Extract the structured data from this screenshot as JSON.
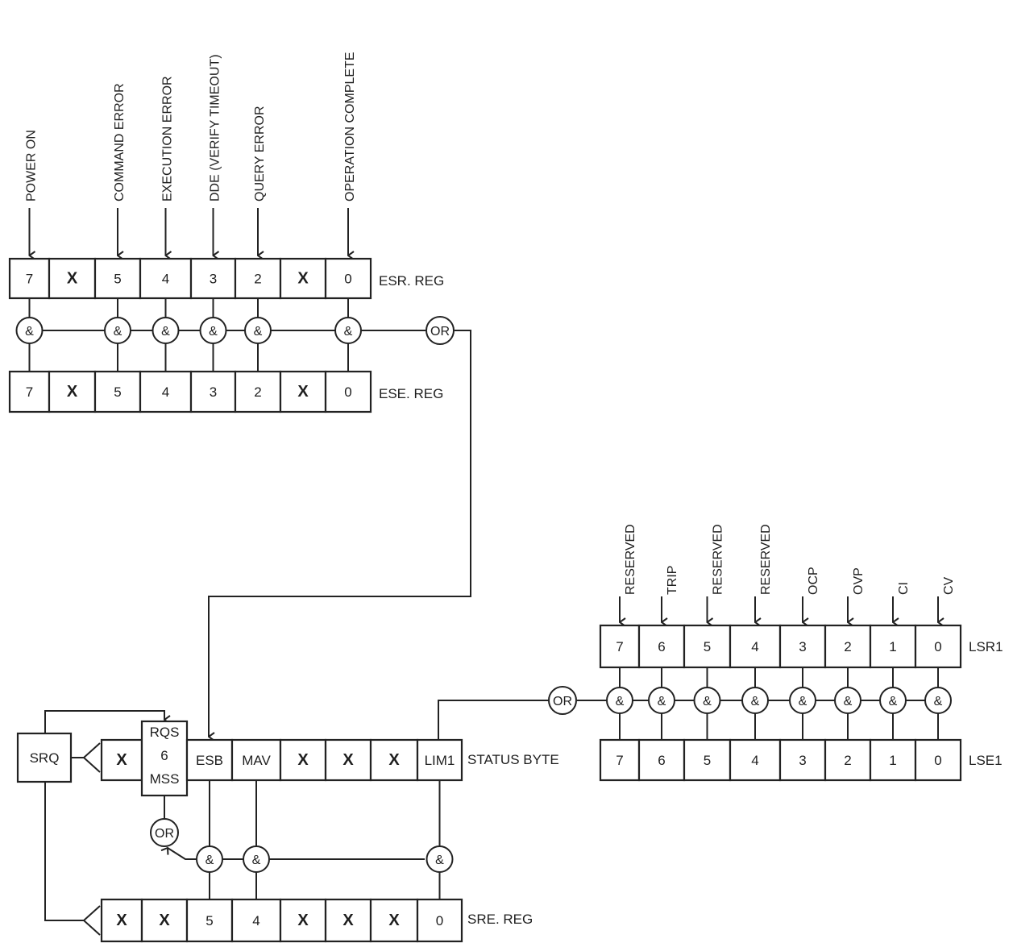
{
  "esr_reg": {
    "name": "ESR. REG",
    "bits": [
      "7",
      "X",
      "5",
      "4",
      "3",
      "2",
      "X",
      "0"
    ],
    "inputs": [
      "POWER ON",
      "COMMAND ERROR",
      "EXECUTION ERROR",
      "DDE (VERIFY TIMEOUT)",
      "QUERY ERROR",
      "OPERATION COMPLETE"
    ]
  },
  "ese_reg": {
    "name": "ESE. REG",
    "bits": [
      "7",
      "X",
      "5",
      "4",
      "3",
      "2",
      "X",
      "0"
    ]
  },
  "status_byte": {
    "name": "STATUS BYTE",
    "bits": [
      "X",
      "RQS|6|MSS",
      "ESB",
      "MAV",
      "X",
      "X",
      "X",
      "LIM1"
    ]
  },
  "sre_reg": {
    "name": "SRE. REG",
    "bits": [
      "X",
      "X",
      "5",
      "4",
      "X",
      "X",
      "X",
      "0"
    ]
  },
  "lsr1": {
    "name": "LSR1",
    "bits": [
      "7",
      "6",
      "5",
      "4",
      "3",
      "2",
      "1",
      "0"
    ],
    "inputs": [
      "RESERVED",
      "TRIP",
      "RESERVED",
      "RESERVED",
      "OCP",
      "OVP",
      "CI",
      "CV"
    ]
  },
  "lse1": {
    "name": "LSE1",
    "bits": [
      "7",
      "6",
      "5",
      "4",
      "3",
      "2",
      "1",
      "0"
    ]
  },
  "srq": {
    "label": "SRQ"
  },
  "gates": {
    "and_label": "&",
    "or_label": "OR"
  }
}
